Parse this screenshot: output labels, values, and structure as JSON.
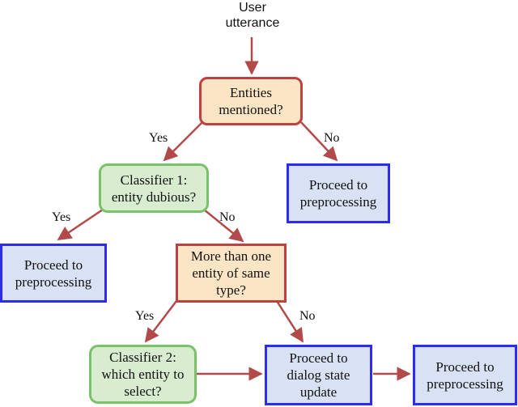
{
  "start": {
    "text": "User\nutterance"
  },
  "nodes": {
    "entities_mentioned": "Entities\nmentioned?",
    "preprocess_right": "Proceed to\npreprocessing",
    "classifier1": "Classifier 1:\nentity dubious?",
    "preprocess_left": "Proceed to\npreprocessing",
    "more_than_one": "More than one\nentity of same\ntype?",
    "classifier2": "Classifier 2:\nwhich entity to\nselect?",
    "dialog_state": "Proceed to\ndialog state\nupdate",
    "preprocess_bottom": "Proceed to\npreprocessing"
  },
  "edge_labels": {
    "entities_yes": "Yes",
    "entities_no": "No",
    "classifier1_yes": "Yes",
    "classifier1_no": "No",
    "more_yes": "Yes",
    "more_no": "No"
  },
  "colors": {
    "arrow": "#b24a4a",
    "decision_fill": "#fce5c4",
    "decision_border": "#c04040",
    "classifier_fill": "#d8ecd0",
    "classifier_border": "#7ac26a",
    "action_fill": "#d8e2f4",
    "action_border": "#2b2bf2"
  }
}
